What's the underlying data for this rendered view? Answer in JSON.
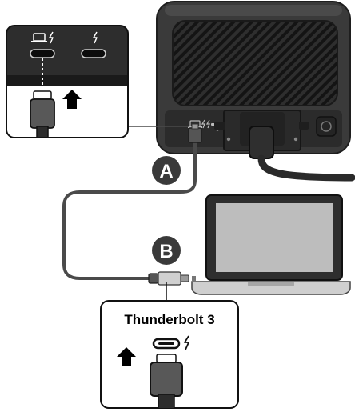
{
  "callouts": {
    "step_a": "A",
    "step_b": "B"
  },
  "host_port": {
    "name": "Thunderbolt 3"
  },
  "colors": {
    "enclosure": "#3a3a3a",
    "enclosure_edge": "#1e1e1e",
    "vent": "#121212",
    "port_panel": "#2b2b2b",
    "cable": "#4a4a4a",
    "badge": "#3a3a3a",
    "laptop_frame": "#2e2e2e",
    "laptop_screen": "#bdbdbd",
    "laptop_base": "#cfcfcf",
    "arrow": "#000000"
  },
  "icons": {
    "computer_port": "laptop-icon",
    "thunderbolt_port": "lightning-bolt-icon",
    "insert_direction": "up-arrow-icon"
  }
}
